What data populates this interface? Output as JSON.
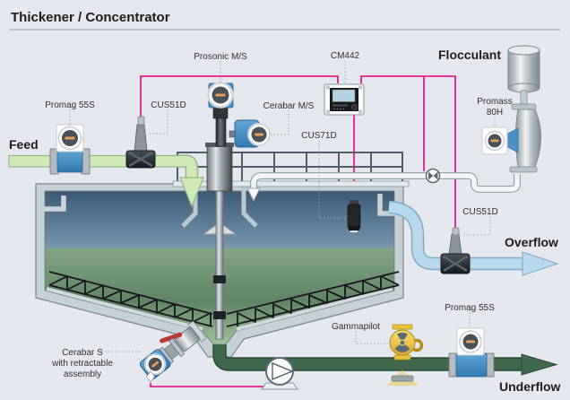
{
  "title": "Thickener / Concentrator",
  "flows": {
    "feed": "Feed",
    "flocculant": "Flocculant",
    "overflow": "Overflow",
    "underflow": "Underflow"
  },
  "instruments": {
    "promag_feed": "Promag 55S",
    "cus51d_feed": "CUS51D",
    "prosonic": "Prosonic M/S",
    "cerabar_ms": "Cerabar M/S",
    "cm442": "CM442",
    "cus71d": "CUS71D",
    "promass_line1": "Promass",
    "promass_line2": "80H",
    "cus51d_overflow": "CUS51D",
    "gammapilot": "Gammapilot",
    "promag_underflow": "Promag 55S",
    "cerabar_s_line1": "Cerabar S",
    "cerabar_s_line2": "with retractable",
    "cerabar_s_line3": "assembly"
  },
  "colors": {
    "background": "#e4e8ee",
    "signal_line": "#e6007e",
    "feed_pipe": "#cfe9b8",
    "overflow_pipe": "#b8d8ec",
    "underflow_pipe": "#3f684d",
    "instrument_blue": "#4a90c4",
    "gammapilot_yellow": "#edc93f"
  }
}
